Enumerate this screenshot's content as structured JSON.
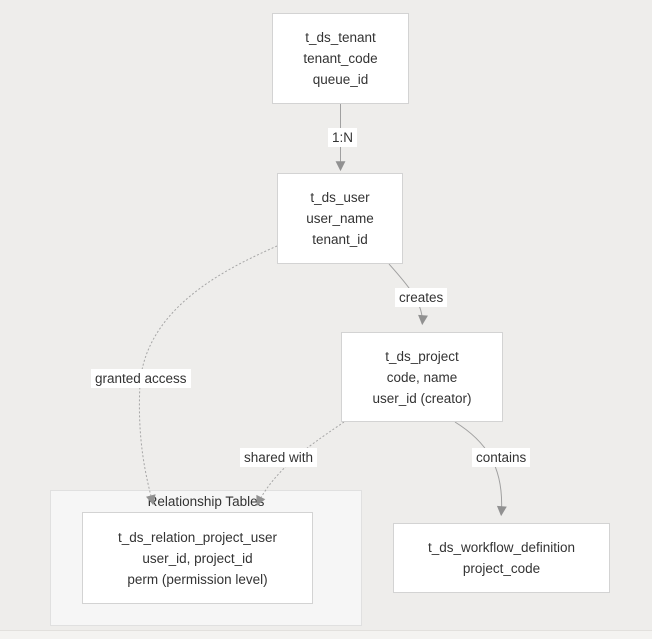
{
  "diagram": {
    "title_hint": "Entity relationship flowchart of scheduler database tables",
    "colors": {
      "page_background": "#eeedeb",
      "node_fill": "#ffffff",
      "node_border": "#d3d3d3",
      "subgraph_fill": "#f6f6f6",
      "subgraph_border": "#e0e0e0",
      "edge_line": "#a0a0a0",
      "arrowhead": "#919191",
      "text": "#333333"
    },
    "subgraph": {
      "title": "Relationship Tables"
    },
    "nodes": {
      "tenant": {
        "lines": [
          "t_ds_tenant",
          "tenant_code",
          "queue_id"
        ]
      },
      "user": {
        "lines": [
          "t_ds_user",
          "user_name",
          "tenant_id"
        ]
      },
      "project": {
        "lines": [
          "t_ds_project",
          "code, name",
          "user_id (creator)"
        ]
      },
      "relation": {
        "lines": [
          "t_ds_relation_project_user",
          "user_id, project_id",
          "perm (permission level)"
        ]
      },
      "workflow": {
        "lines": [
          "t_ds_workflow_definition",
          "project_code"
        ]
      }
    },
    "edges": {
      "tenant_to_user": {
        "label": "1:N",
        "style": "solid",
        "from": "t_ds_tenant",
        "to": "t_ds_user"
      },
      "user_to_project": {
        "label": "creates",
        "style": "solid",
        "from": "t_ds_user",
        "to": "t_ds_project"
      },
      "project_to_workflow": {
        "label": "contains",
        "style": "solid",
        "from": "t_ds_project",
        "to": "t_ds_workflow_definition"
      },
      "user_to_relation": {
        "label": "granted access",
        "style": "dotted",
        "from": "t_ds_user",
        "to": "t_ds_relation_project_user"
      },
      "project_to_relation": {
        "label": "shared with",
        "style": "dotted",
        "from": "t_ds_project",
        "to": "t_ds_relation_project_user"
      }
    }
  }
}
